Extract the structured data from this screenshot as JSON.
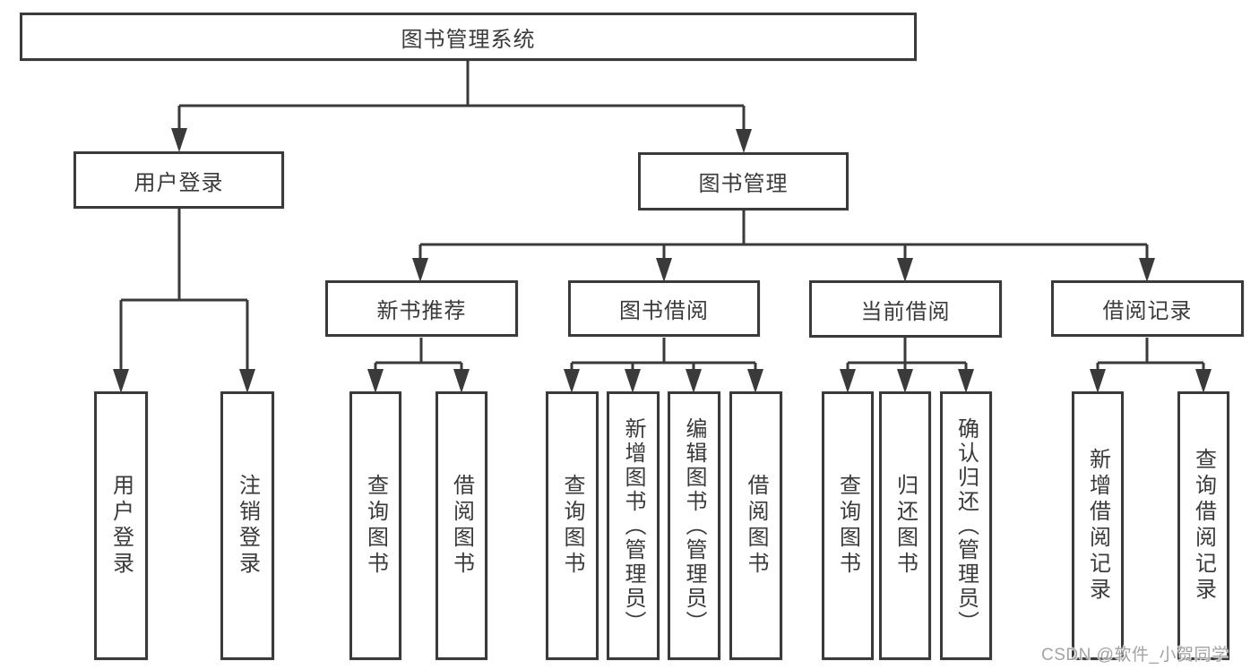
{
  "tree": {
    "label": "图书管理系统",
    "children": [
      {
        "label": "用户登录",
        "children": [
          {
            "label": "用户登录"
          },
          {
            "label": "注销登录"
          }
        ]
      },
      {
        "label": "图书管理",
        "children": [
          {
            "label": "新书推荐",
            "children": [
              {
                "label": "查询图书"
              },
              {
                "label": "借阅图书"
              }
            ]
          },
          {
            "label": "图书借阅",
            "children": [
              {
                "label": "查询图书"
              },
              {
                "label": "新增图书（管理员）"
              },
              {
                "label": "编辑图书（管理员）"
              },
              {
                "label": "借阅图书"
              }
            ]
          },
          {
            "label": "当前借阅",
            "children": [
              {
                "label": "查询图书"
              },
              {
                "label": "归还图书"
              },
              {
                "label": "确认归还（管理员）"
              }
            ]
          },
          {
            "label": "借阅记录",
            "children": [
              {
                "label": "新增借阅记录"
              },
              {
                "label": "查询借阅记录"
              }
            ]
          }
        ]
      }
    ]
  },
  "watermark": "CSDN @软件_小贺同学",
  "colors": {
    "line": "#3a3a3a",
    "box_border": "#3a3a3a",
    "box_fill": "#ffffff",
    "text": "#3a3a3a",
    "watermark": "#9e9e9e",
    "background": "#ffffff"
  }
}
